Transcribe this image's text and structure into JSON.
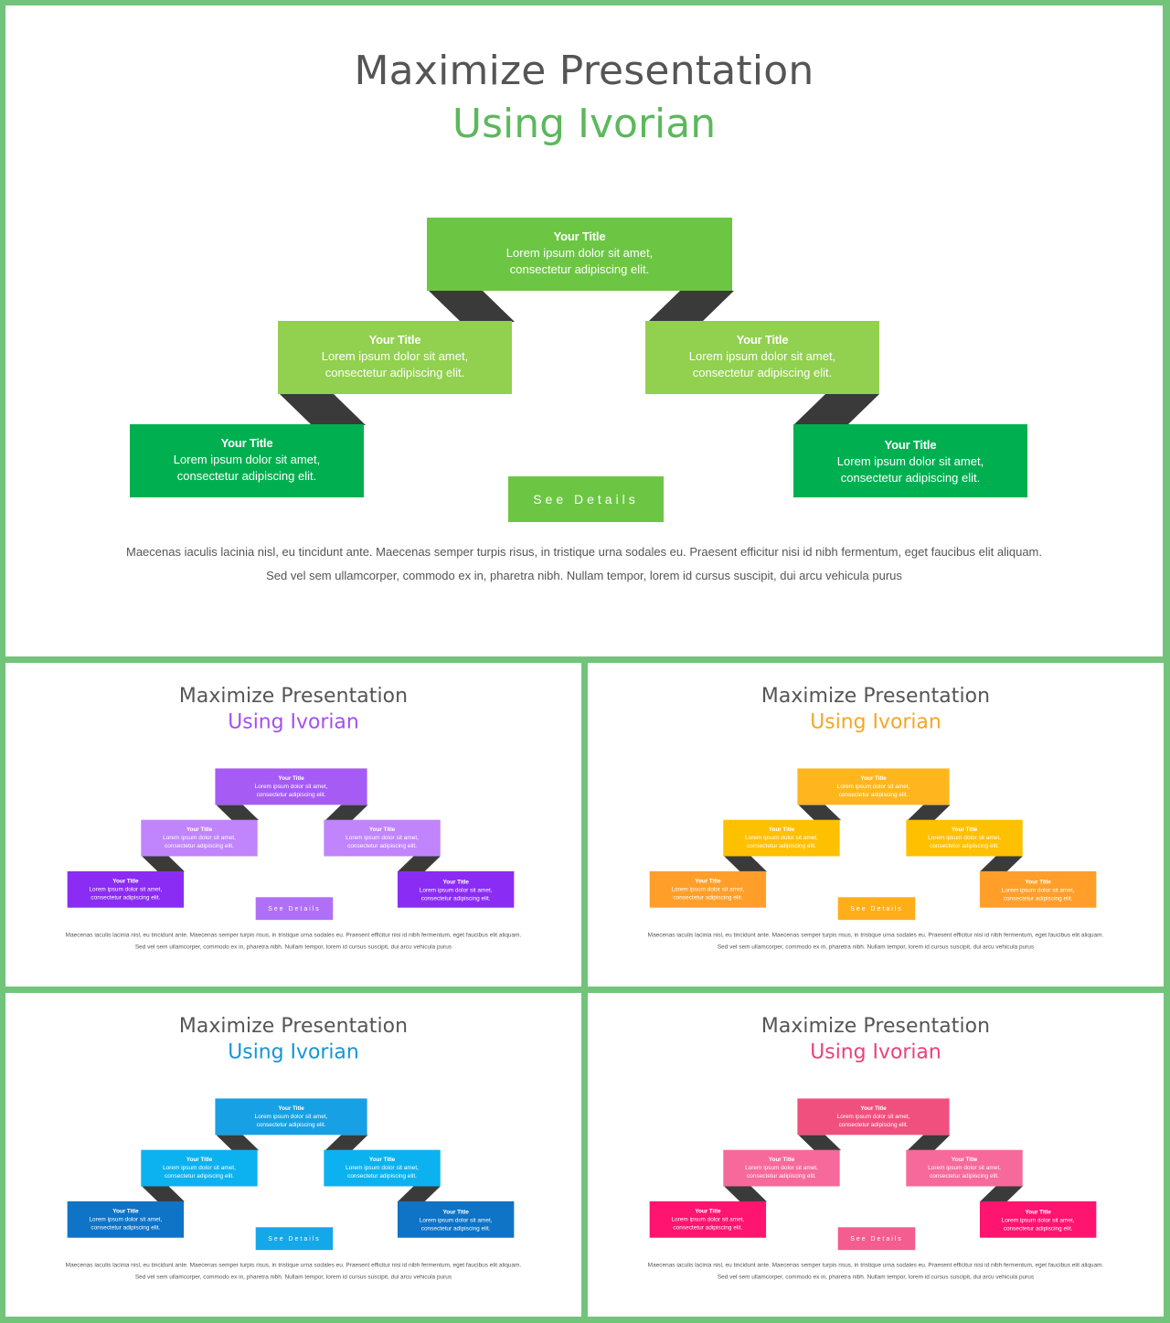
{
  "box_title": "Your Title",
  "box_text_top": "Lorem ipsum dolor sit amet, consectetur adipiscing elit.",
  "box_text_line1": "Lorem ipsum dolor sit amet,",
  "box_text_line2": "consectetur adipiscing elit.",
  "button_label": "See Details",
  "paragraph": "Maecenas iaculis lacinia nisl, eu tincidunt ante. Maecenas semper turpis risus, in tristique urna sodales eu. Praesent efficitur nisi id nibh fermentum, eget faucibus elit aliquam. Sed vel sem ullamcorper, commodo ex in, pharetra nibh. Nullam tempor, lorem id cursus suscipit, dui arcu vehicula purus",
  "slides": [
    {
      "title_line1": "Maximize Presentation",
      "title_line2": "Using Ivorian",
      "accent": "#5cb85c",
      "colors": {
        "top": "#6cc644",
        "mid": "#92d050",
        "low": "#00b050",
        "button": "#6cc644",
        "connector": "#3a3a3a"
      }
    },
    {
      "title_line1": "Maximize Presentation",
      "title_line2": "Using Ivorian",
      "accent": "#a44ff0",
      "colors": {
        "top": "#a65bf5",
        "mid": "#c084fc",
        "low": "#8b2cf5",
        "button": "#b06ff7",
        "connector": "#3a3a3a"
      }
    },
    {
      "title_line1": "Maximize Presentation",
      "title_line2": "Using Ivorian",
      "accent": "#f5a623",
      "colors": {
        "top": "#ffb61e",
        "mid": "#ffc000",
        "low": "#ff9f2a",
        "button": "#ffae1a",
        "connector": "#3a3a3a"
      }
    },
    {
      "title_line1": "Maximize Presentation",
      "title_line2": "Using Ivorian",
      "accent": "#1594d6",
      "colors": {
        "top": "#18a0e4",
        "mid": "#0cb2f0",
        "low": "#0f73c6",
        "button": "#14a8e8",
        "connector": "#3a3a3a"
      }
    },
    {
      "title_line1": "Maximize Presentation",
      "title_line2": "Using Ivorian",
      "accent": "#ec407a",
      "colors": {
        "top": "#f0507e",
        "mid": "#f7699a",
        "low": "#ff1470",
        "button": "#f45d8f",
        "connector": "#3a3a3a"
      }
    }
  ]
}
